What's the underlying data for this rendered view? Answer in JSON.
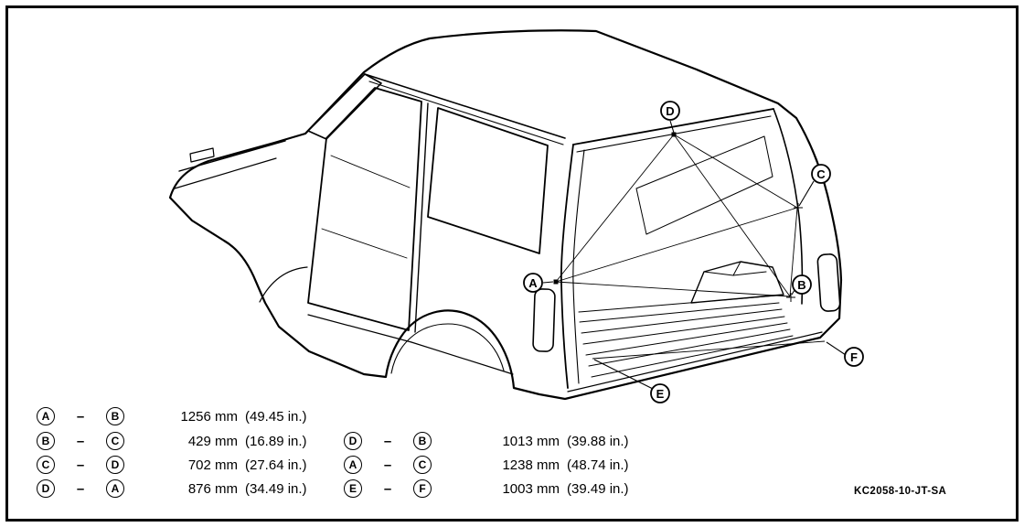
{
  "diagram": {
    "points": [
      {
        "id": "A",
        "label": "A"
      },
      {
        "id": "B",
        "label": "B"
      },
      {
        "id": "C",
        "label": "C"
      },
      {
        "id": "D",
        "label": "D"
      },
      {
        "id": "E",
        "label": "E"
      },
      {
        "id": "F",
        "label": "F"
      }
    ]
  },
  "table": {
    "dash": "–",
    "rows": [
      {
        "from": "A",
        "to": "B",
        "mm": "1256 mm",
        "inches": "(49.45 in.)"
      },
      {
        "from": "B",
        "to": "C",
        "mm": "429 mm",
        "inches": "(16.89 in.)"
      },
      {
        "from": "C",
        "to": "D",
        "mm": "702 mm",
        "inches": "(27.64 in.)"
      },
      {
        "from": "D",
        "to": "A",
        "mm": "876 mm",
        "inches": "(34.49 in.)"
      },
      {
        "from": "D",
        "to": "B",
        "mm": "1013 mm",
        "inches": "(39.88 in.)"
      },
      {
        "from": "A",
        "to": "C",
        "mm": "1238 mm",
        "inches": "(48.74 in.)"
      },
      {
        "from": "E",
        "to": "F",
        "mm": "1003 mm",
        "inches": "(39.49 in.)"
      }
    ]
  },
  "footer": {
    "code": "KC2058-10-JT-SA"
  }
}
